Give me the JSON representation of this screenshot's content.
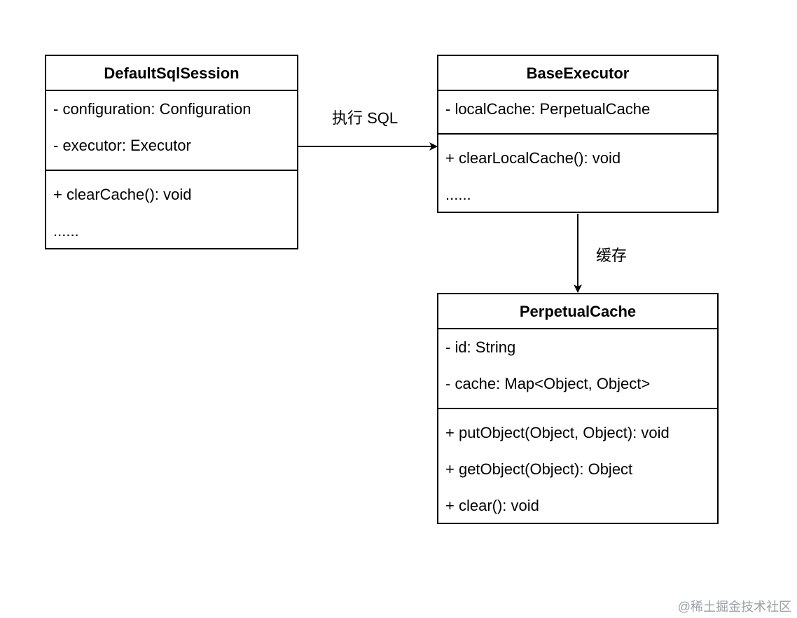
{
  "classes": {
    "session": {
      "name": "DefaultSqlSession",
      "attributes": [
        "- configuration: Configuration",
        "- executor: Executor"
      ],
      "methods": [
        "+ clearCache(): void",
        "......"
      ]
    },
    "executor": {
      "name": "BaseExecutor",
      "attributes": [
        "- localCache: PerpetualCache"
      ],
      "methods": [
        "+ clearLocalCache(): void",
        "......"
      ]
    },
    "cache": {
      "name": "PerpetualCache",
      "attributes": [
        "- id: String",
        "- cache: Map<Object, Object>"
      ],
      "methods": [
        "+ putObject(Object, Object): void",
        "+ getObject(Object): Object",
        "+ clear(): void"
      ]
    }
  },
  "edges": {
    "session_to_executor": "执行 SQL",
    "executor_to_cache": "缓存"
  },
  "watermark": "@稀土掘金技术社区",
  "colors": {
    "line": "#000000",
    "background": "#ffffff",
    "watermark": "#9aa0a6"
  }
}
